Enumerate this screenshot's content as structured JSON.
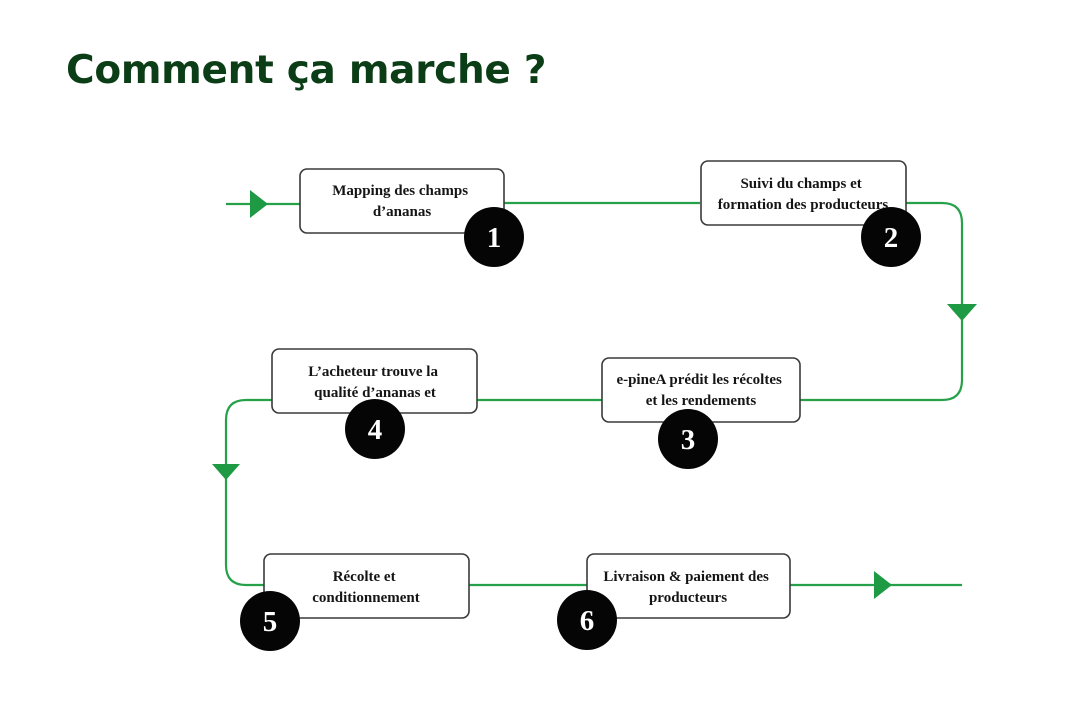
{
  "page": {
    "title": "Comment ça marche ?"
  },
  "diagram": {
    "flow_color": "#27a04a",
    "steps": [
      {
        "number": "1",
        "lines": [
          "Mapping des champs",
          "d’ananas"
        ]
      },
      {
        "number": "2",
        "lines": [
          "Suivi du champs et",
          "formation des producteurs"
        ]
      },
      {
        "number": "3",
        "lines": [
          "e-pineA prédit les récoltes",
          "et les rendements"
        ]
      },
      {
        "number": "4",
        "lines": [
          "L’acheteur trouve la",
          "qualité d’ananas et"
        ]
      },
      {
        "number": "5",
        "lines": [
          "Récolte et",
          "conditionnement"
        ]
      },
      {
        "number": "6",
        "lines": [
          "Livraison & paiement des",
          "producteurs"
        ]
      }
    ]
  }
}
